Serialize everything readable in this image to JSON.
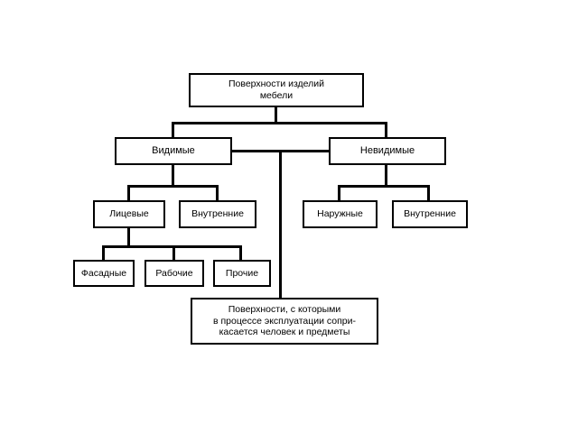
{
  "diagram": {
    "title": "Поверхности изделий мебели",
    "type": "tree",
    "language": "ru",
    "colors": {
      "background": "#ffffff",
      "node_fill": "#ffffff",
      "stroke": "#000000",
      "text": "#000000"
    },
    "nodes": {
      "root": {
        "label": "Поверхности изделий\nмебели"
      },
      "visible": {
        "label": "Видимые"
      },
      "invisible": {
        "label": "Невидимые"
      },
      "front": {
        "label": "Лицевые"
      },
      "inner_visible": {
        "label": "Внутренние"
      },
      "outer": {
        "label": "Наружные"
      },
      "inner_invisible": {
        "label": "Внутренние"
      },
      "facade": {
        "label": "Фасадные"
      },
      "working": {
        "label": "Рабочие"
      },
      "other": {
        "label": "Прочие"
      },
      "note": {
        "label": "Поверхности, с которыми\nв процессе эксплуатации сопри-\nкасается человек и предметы"
      }
    }
  }
}
